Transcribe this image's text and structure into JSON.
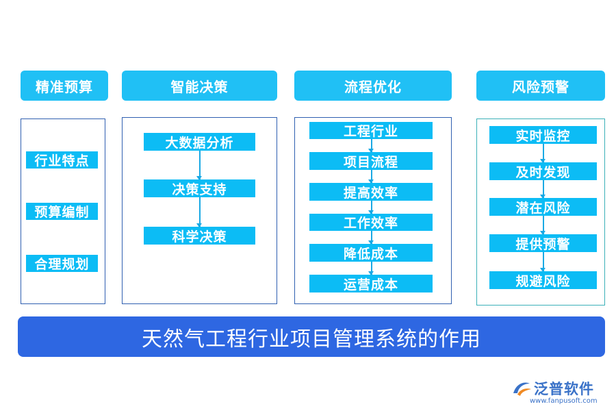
{
  "columns": [
    {
      "title": "精准预算",
      "items": [
        "行业特点",
        "预算编制",
        "合理规划"
      ]
    },
    {
      "title": "智能决策",
      "items": [
        "大数据分析",
        "决策支持",
        "科学决策"
      ]
    },
    {
      "title": "流程优化",
      "items": [
        "工程行业",
        "项目流程",
        "提高效率",
        "工作效率",
        "降低成本",
        "运营成本"
      ]
    },
    {
      "title": "风险预警",
      "items": [
        "实时监控",
        "及时发现",
        "潜在风险",
        "提供预警",
        "规避风险"
      ]
    }
  ],
  "footer": {
    "title": "天然气工程行业项目管理系统的作用"
  },
  "brand": {
    "name": "泛普软件",
    "url": "www.fanpusoft.com",
    "icon": "fanpu-logo-icon"
  },
  "colors": {
    "header": "#20c0f5",
    "item": "#0cbcf5",
    "panel_border": "#2f5fb0",
    "footer": "#2e67e2",
    "brand": "#3a72c8"
  }
}
